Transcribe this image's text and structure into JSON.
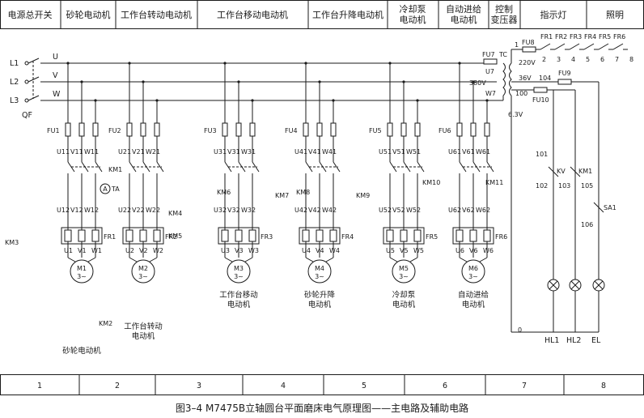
{
  "header": [
    "电源总开关",
    "砂轮电动机",
    "工作台转动电动机",
    "工作台移动电动机",
    "工作台升降电动机",
    "冷却泵\n电动机",
    "自动进给\n电动机",
    "控制\n变压器",
    "指示灯",
    "照明"
  ],
  "footer": [
    "1",
    "2",
    "3",
    "4",
    "5",
    "6",
    "7",
    "8"
  ],
  "caption": "图3–4   M7475B立轴圆台平面磨床电气原理图——主电路及辅助电路",
  "lines": [
    "L1",
    "L2",
    "L3"
  ],
  "buses": [
    "U",
    "V",
    "W"
  ],
  "qf": "QF",
  "fuses": [
    "FU1",
    "FU2",
    "FU3",
    "FU4",
    "FU5",
    "FU6"
  ],
  "contactors": {
    "km1": "KM1",
    "km2": "KM2",
    "km3": "KM3",
    "km4": "KM4",
    "km5": "KM5",
    "km6": "KM6",
    "km7": "KM7",
    "km8": "KM8",
    "km9": "KM9",
    "km10": "KM10",
    "km11": "KM11"
  },
  "relays": [
    "FR1",
    "FR2",
    "FR3",
    "FR4",
    "FR5",
    "FR6"
  ],
  "ta": "TA",
  "motors": [
    {
      "name": "M1",
      "phase": "3~",
      "label": "砂轮电动机"
    },
    {
      "name": "M2",
      "phase": "3~",
      "label": "工作台转动\n电动机"
    },
    {
      "name": "M3",
      "phase": "3~",
      "label": "工作台移动\n电动机"
    },
    {
      "name": "M4",
      "phase": "3~",
      "label": "砂轮升降\n电动机"
    },
    {
      "name": "M5",
      "phase": "3~",
      "label": "冷却泵\n电动机"
    },
    {
      "name": "M6",
      "phase": "3~",
      "label": "自动进给\n电动机"
    }
  ],
  "terminals": {
    "m1_top": [
      "U11",
      "V11",
      "W11"
    ],
    "m1_mid": [
      "U12",
      "V12",
      "W12"
    ],
    "m1_out": [
      "U1",
      "V1",
      "W1"
    ],
    "m2_top": [
      "U21",
      "V21",
      "W21"
    ],
    "m2_mid": [
      "U22",
      "V22",
      "W22"
    ],
    "m2_out": [
      "U2",
      "V2",
      "W2"
    ],
    "m3_top": [
      "U31",
      "V31",
      "W31"
    ],
    "m3_mid": [
      "U32",
      "V32",
      "W32"
    ],
    "m3_out": [
      "U3",
      "V3",
      "W3"
    ],
    "m4_top": [
      "U41",
      "V41",
      "W41"
    ],
    "m4_mid": [
      "U42",
      "V42",
      "W42"
    ],
    "m4_out": [
      "U4",
      "V4",
      "W4"
    ],
    "m5_top": [
      "U51",
      "V51",
      "W51"
    ],
    "m5_mid": [
      "U52",
      "V52",
      "W52"
    ],
    "m5_out": [
      "U5",
      "V5",
      "W5"
    ],
    "m6_top": [
      "U61",
      "V61",
      "W61"
    ],
    "m6_mid": [
      "U62",
      "V62",
      "W62"
    ],
    "m6_out": [
      "U6",
      "V6",
      "W6"
    ]
  },
  "transformer": {
    "tc": "TC",
    "fu7": "FU7",
    "u7": "U7",
    "w7": "W7",
    "v380": "380V",
    "v220": "220V",
    "v36": "36V",
    "v63": "6.3V",
    "fu8": "FU8",
    "fu9": "FU9",
    "fu10": "FU10",
    "n1": "1",
    "n100": "100",
    "n104": "104",
    "n0": "0"
  },
  "fr_chain": {
    "labels": [
      "FR1",
      "FR2",
      "FR3",
      "FR4",
      "FR5",
      "FR6"
    ],
    "nodes": [
      "2",
      "3",
      "4",
      "5",
      "6",
      "7",
      "8"
    ]
  },
  "aux": {
    "kv": "KV",
    "km1": "KM1",
    "sa1": "SA1",
    "n101": "101",
    "n102": "102",
    "n103": "103",
    "n105": "105",
    "n106": "106",
    "hl1": "HL1",
    "hl2": "HL2",
    "el": "EL"
  }
}
